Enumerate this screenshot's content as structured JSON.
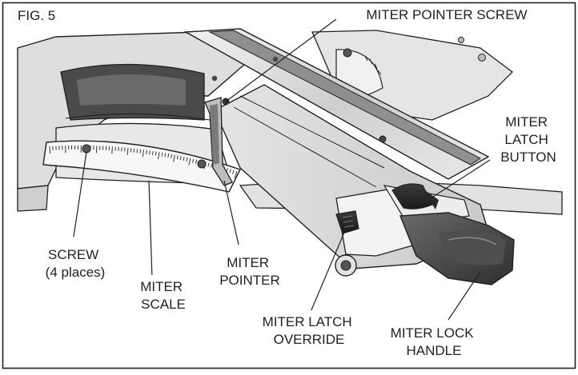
{
  "figure": {
    "number": "FIG. 5"
  },
  "callouts": {
    "miter_pointer_screw": [
      "MITER POINTER SCREW"
    ],
    "miter_latch_button": [
      "MITER",
      "LATCH",
      "BUTTON"
    ],
    "screw": [
      "SCREW",
      "(4 places)"
    ],
    "miter_pointer": [
      "MITER",
      "POINTER"
    ],
    "miter_scale": [
      "MITER",
      "SCALE"
    ],
    "miter_latch_override": [
      "MITER LATCH",
      "OVERRIDE"
    ],
    "miter_lock_handle": [
      "MITER LOCK",
      "HANDLE"
    ]
  },
  "colors": {
    "line": "#231f20",
    "base_gray": "#dcdcdc",
    "body_gray": "#e6e6e6",
    "dark_gray": "#4a4a4a",
    "scale_face": "#f7f7f7"
  }
}
